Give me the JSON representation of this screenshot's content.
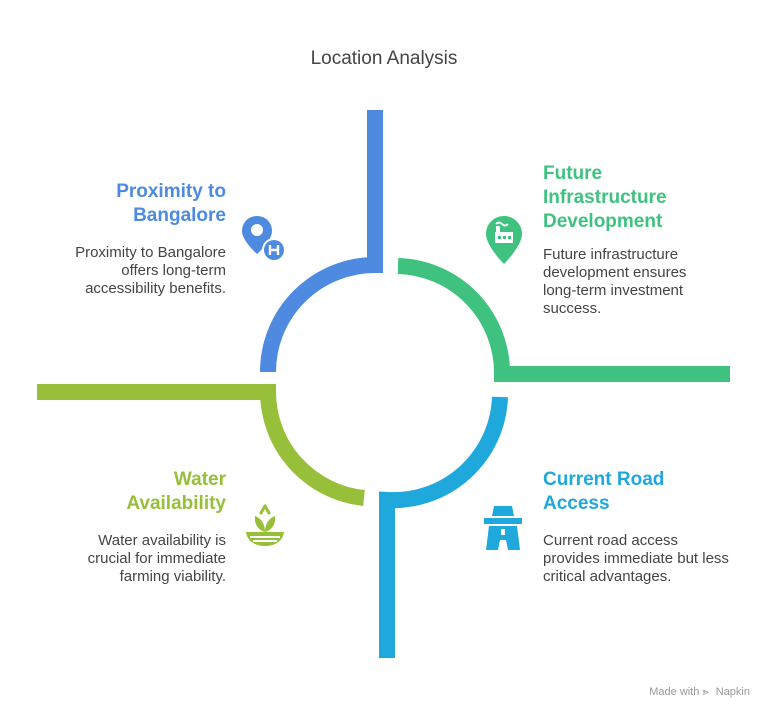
{
  "title": "Location Analysis",
  "colors": {
    "blue": "#4d8ae0",
    "green": "#3fc27f",
    "teal": "#1fa8dc",
    "olive": "#98bf3a"
  },
  "sections": {
    "proximity": {
      "heading_line1": "Proximity to",
      "heading_line2": "Bangalore",
      "desc_line1": "Proximity to Bangalore",
      "desc_line2": "offers long-term",
      "desc_line3": "accessibility benefits.",
      "icon": "location-hospital-pin-icon"
    },
    "infrastructure": {
      "heading_line1": "Future",
      "heading_line2": "Infrastructure",
      "heading_line3": "Development",
      "desc_line1": "Future infrastructure",
      "desc_line2": "development ensures",
      "desc_line3": "long-term investment",
      "desc_line4": "success.",
      "icon": "factory-pin-icon"
    },
    "water": {
      "heading_line1": "Water",
      "heading_line2": "Availability",
      "desc_line1": "Water availability is",
      "desc_line2": "crucial for immediate",
      "desc_line3": "farming viability.",
      "icon": "plant-bowl-icon"
    },
    "road": {
      "heading_line1": "Current Road",
      "heading_line2": "Access",
      "desc_line1": "Current road access",
      "desc_line2": "provides immediate but less",
      "desc_line3": "critical advantages.",
      "icon": "road-icon"
    }
  },
  "footer": {
    "made_with": "Made with",
    "brand": "Napkin"
  }
}
